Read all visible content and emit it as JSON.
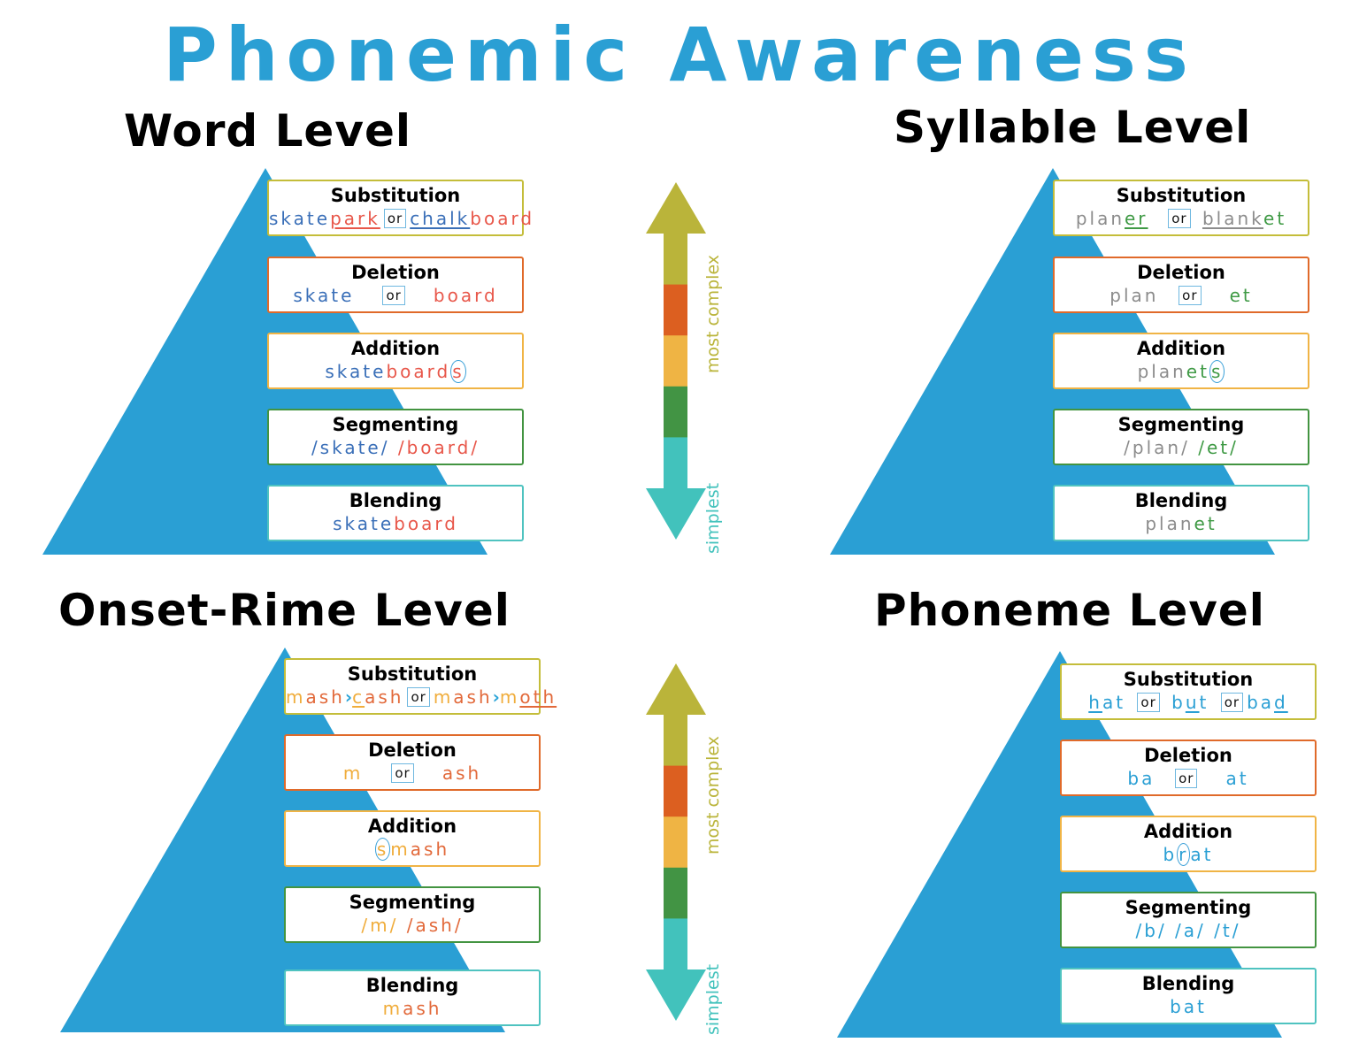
{
  "title": "Phonemic Awareness",
  "colors": {
    "title": "#2a9fd4",
    "pyramid": "#2a9fd4",
    "border_substitution": "#c4bd3a",
    "border_deletion": "#e06a2a",
    "border_addition": "#f0b445",
    "border_segmenting": "#439441",
    "border_blending": "#4fc3c0"
  },
  "scale": {
    "top_label": "most complex",
    "bottom_label": "simplest",
    "segments": [
      "#bab43a",
      "#dc5f20",
      "#efb444",
      "#429444",
      "#42c2bc"
    ],
    "top_label_color": "#bab43a",
    "bottom_label_color": "#42c2bc"
  },
  "panels": [
    {
      "id": "word",
      "title": "Word Level",
      "rows": [
        {
          "label": "Substitution",
          "segments": [
            {
              "t": "skate",
              "c": "#3a6fb8"
            },
            {
              "t": "park",
              "c": "#e8574a",
              "u": true
            },
            {
              "t": "or",
              "or": true
            },
            {
              "t": "chalk",
              "c": "#3a6fb8",
              "u": true
            },
            {
              "t": "board",
              "c": "#e8574a"
            }
          ]
        },
        {
          "label": "Deletion",
          "segments": [
            {
              "t": "skate",
              "c": "#3a6fb8"
            },
            {
              "t": "   ",
              "c": "#000"
            },
            {
              "t": "or",
              "or": true
            },
            {
              "t": "   ",
              "c": "#000"
            },
            {
              "t": "board",
              "c": "#e8574a"
            }
          ]
        },
        {
          "label": "Addition",
          "segments": [
            {
              "t": "skate",
              "c": "#3a6fb8"
            },
            {
              "t": "board",
              "c": "#e8574a"
            },
            {
              "t": "s",
              "c": "#e8574a",
              "circ": true
            }
          ]
        },
        {
          "label": "Segmenting",
          "segments": [
            {
              "t": "/skate/ ",
              "c": "#3a6fb8"
            },
            {
              "t": "/board/",
              "c": "#e8574a"
            }
          ]
        },
        {
          "label": "Blending",
          "segments": [
            {
              "t": "skate",
              "c": "#3a6fb8"
            },
            {
              "t": "board",
              "c": "#e8574a"
            }
          ]
        }
      ]
    },
    {
      "id": "syllable",
      "title": "Syllable Level",
      "rows": [
        {
          "label": "Substitution",
          "segments": [
            {
              "t": "plan",
              "c": "#8c8c8c"
            },
            {
              "t": "er",
              "c": "#3f9a45",
              "u": true
            },
            {
              "t": "  ",
              "c": "#000"
            },
            {
              "t": "or",
              "or": true
            },
            {
              "t": " ",
              "c": "#000"
            },
            {
              "t": "blank",
              "c": "#8c8c8c",
              "u": true
            },
            {
              "t": "et",
              "c": "#3f9a45"
            }
          ]
        },
        {
          "label": "Deletion",
          "segments": [
            {
              "t": "plan",
              "c": "#8c8c8c"
            },
            {
              "t": "  ",
              "c": "#000"
            },
            {
              "t": "or",
              "or": true
            },
            {
              "t": "   ",
              "c": "#000"
            },
            {
              "t": "et",
              "c": "#3f9a45"
            }
          ]
        },
        {
          "label": "Addition",
          "segments": [
            {
              "t": "plan",
              "c": "#8c8c8c"
            },
            {
              "t": "et",
              "c": "#3f9a45"
            },
            {
              "t": "s",
              "c": "#3f9a45",
              "circ": true
            }
          ]
        },
        {
          "label": "Segmenting",
          "segments": [
            {
              "t": "/plan/ ",
              "c": "#8c8c8c"
            },
            {
              "t": "/et/",
              "c": "#3f9a45"
            }
          ]
        },
        {
          "label": "Blending",
          "segments": [
            {
              "t": "plan",
              "c": "#8c8c8c"
            },
            {
              "t": "et",
              "c": "#3f9a45"
            }
          ]
        }
      ]
    },
    {
      "id": "onset-rime",
      "title": "Onset-Rime Level",
      "rows": [
        {
          "label": "Substitution",
          "segments": [
            {
              "t": "m",
              "c": "#f0ad3c"
            },
            {
              "t": "ash",
              "c": "#e2693a"
            },
            {
              "t": "›",
              "arrow": true
            },
            {
              "t": "c",
              "c": "#f0ad3c",
              "u": true
            },
            {
              "t": "ash",
              "c": "#e2693a"
            },
            {
              "t": "or",
              "or": true
            },
            {
              "t": "m",
              "c": "#f0ad3c"
            },
            {
              "t": "ash",
              "c": "#e2693a"
            },
            {
              "t": "›",
              "arrow": true
            },
            {
              "t": "m",
              "c": "#f0ad3c"
            },
            {
              "t": "oth",
              "c": "#e2693a",
              "u": true
            }
          ]
        },
        {
          "label": "Deletion",
          "segments": [
            {
              "t": "m",
              "c": "#f0ad3c"
            },
            {
              "t": "   ",
              "c": "#000"
            },
            {
              "t": "or",
              "or": true
            },
            {
              "t": "   ",
              "c": "#000"
            },
            {
              "t": "ash",
              "c": "#e2693a"
            }
          ]
        },
        {
          "label": "Addition",
          "segments": [
            {
              "t": "s",
              "c": "#f0ad3c",
              "circ": true
            },
            {
              "t": "m",
              "c": "#f0ad3c"
            },
            {
              "t": "ash",
              "c": "#e2693a"
            }
          ]
        },
        {
          "label": "Segmenting",
          "segments": [
            {
              "t": "/m/ ",
              "c": "#f0ad3c"
            },
            {
              "t": "/ash/",
              "c": "#e2693a"
            }
          ]
        },
        {
          "label": "Blending",
          "segments": [
            {
              "t": "m",
              "c": "#f0ad3c"
            },
            {
              "t": "ash",
              "c": "#e2693a"
            }
          ]
        }
      ]
    },
    {
      "id": "phoneme",
      "title": "Phoneme Level",
      "rows": [
        {
          "label": "Substitution",
          "segments": [
            {
              "t": "h",
              "c": "#2a9fd4",
              "u": true
            },
            {
              "t": "at",
              "c": "#2a9fd4"
            },
            {
              "t": " ",
              "c": "#000"
            },
            {
              "t": "or",
              "or": true
            },
            {
              "t": " ",
              "c": "#000"
            },
            {
              "t": "b",
              "c": "#2a9fd4"
            },
            {
              "t": "u",
              "c": "#2a9fd4",
              "u": true
            },
            {
              "t": "t",
              "c": "#2a9fd4"
            },
            {
              "t": " ",
              "c": "#000"
            },
            {
              "t": "or",
              "or": true
            },
            {
              "t": "ba",
              "c": "#2a9fd4"
            },
            {
              "t": "d",
              "c": "#2a9fd4",
              "u": true
            }
          ]
        },
        {
          "label": "Deletion",
          "segments": [
            {
              "t": "ba",
              "c": "#2a9fd4"
            },
            {
              "t": "  ",
              "c": "#000"
            },
            {
              "t": "or",
              "or": true
            },
            {
              "t": "   ",
              "c": "#000"
            },
            {
              "t": "at",
              "c": "#2a9fd4"
            }
          ]
        },
        {
          "label": "Addition",
          "segments": [
            {
              "t": "b",
              "c": "#2a9fd4"
            },
            {
              "t": "r",
              "c": "#2a9fd4",
              "circ": true
            },
            {
              "t": "at",
              "c": "#2a9fd4"
            }
          ]
        },
        {
          "label": "Segmenting",
          "segments": [
            {
              "t": "/b/ /a/ /t/",
              "c": "#2a9fd4"
            }
          ]
        },
        {
          "label": "Blending",
          "segments": [
            {
              "t": "bat",
              "c": "#2a9fd4"
            }
          ]
        }
      ]
    }
  ]
}
